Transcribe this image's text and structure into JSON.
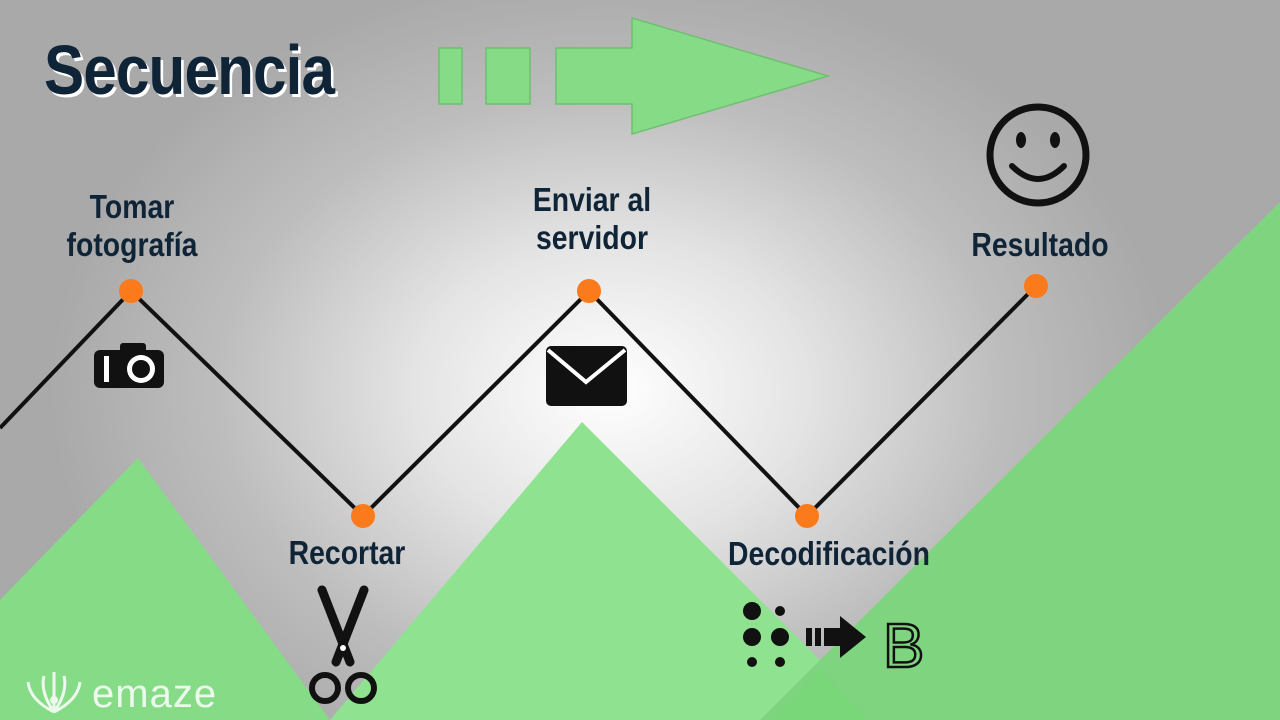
{
  "title": "Secuencia",
  "steps": [
    {
      "label": "Tomar\nfotografía",
      "icon": "camera-icon"
    },
    {
      "label": "Recortar",
      "icon": "scissors-icon"
    },
    {
      "label": "Enviar al\nservidor",
      "icon": "envelope-icon"
    },
    {
      "label": "Decodificación",
      "icon": "braille-to-letter-icon"
    },
    {
      "label": "Resultado",
      "icon": "smiley-icon"
    }
  ],
  "decode_letter": "B",
  "brand": {
    "name": "emaze"
  },
  "colors": {
    "accent_green": "#86dc86",
    "dot_orange": "#fb7a1c",
    "text_dark": "#0f2436",
    "line": "#111111"
  }
}
